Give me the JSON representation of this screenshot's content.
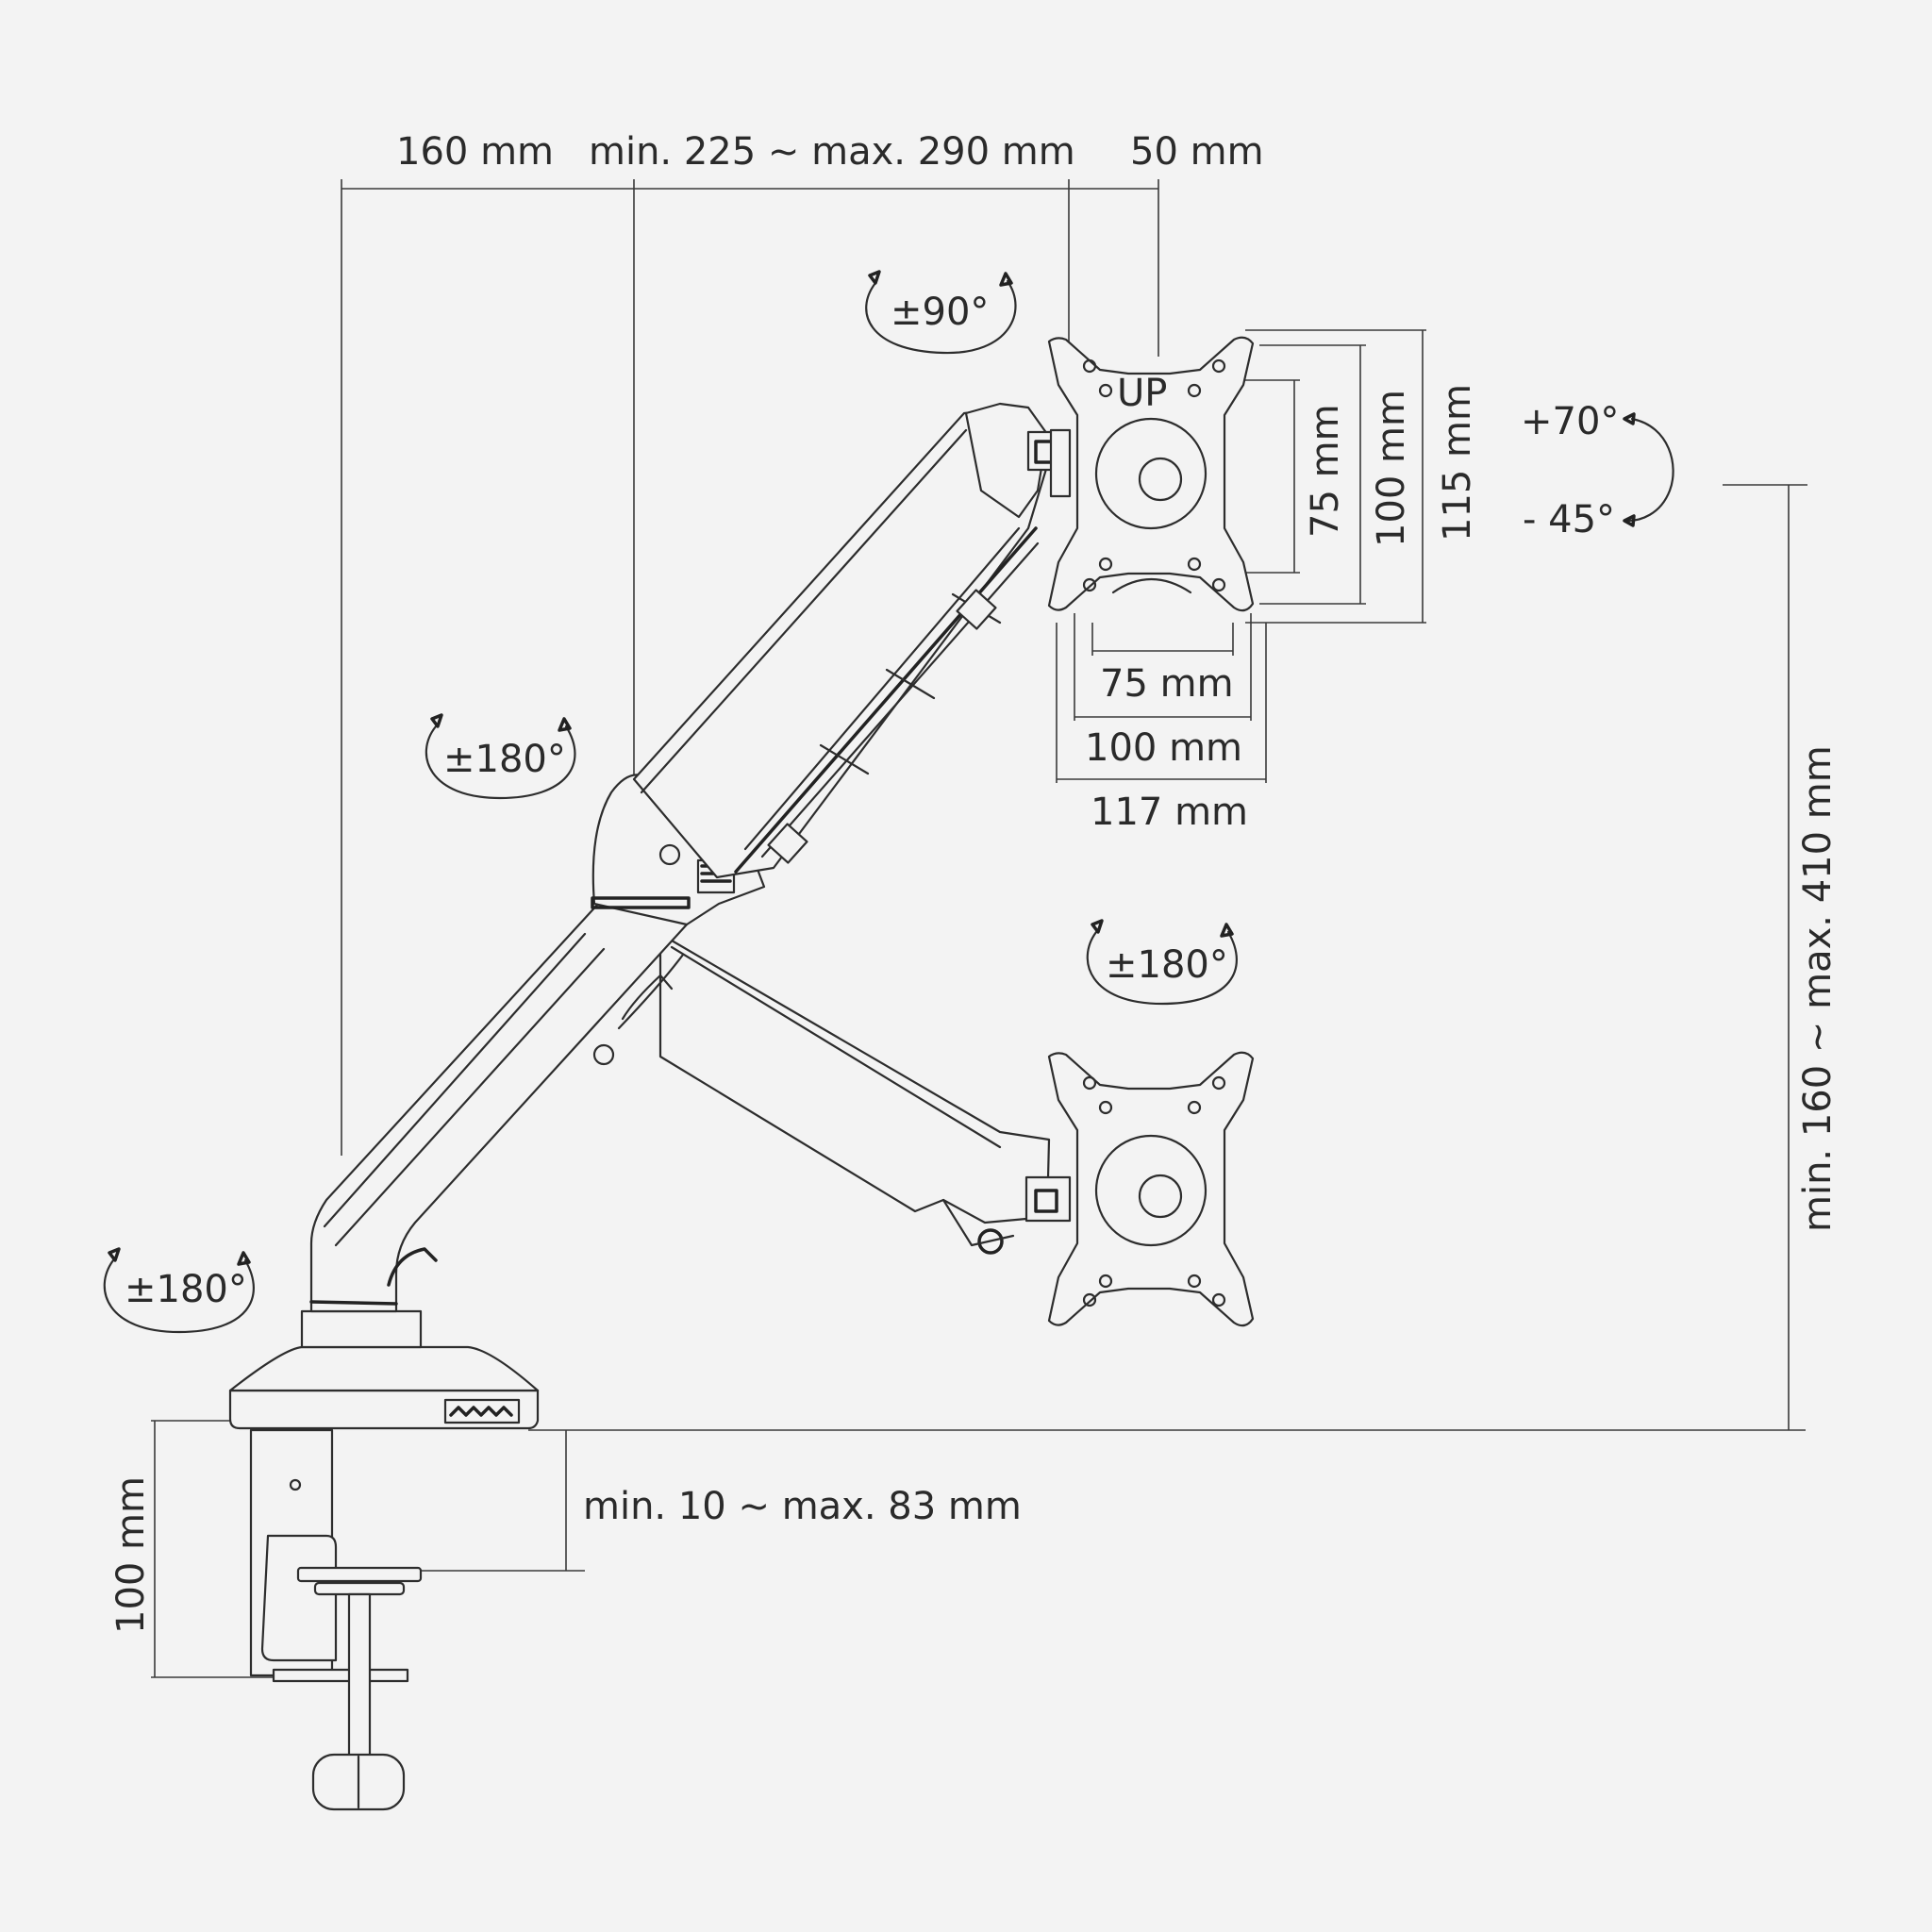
{
  "top_dims": {
    "arm_reach_1": "160 mm",
    "arm_reach_2": "min. 225 ~ max. 290 mm",
    "head_offset": "50 mm"
  },
  "vesa": {
    "v_75": "75 mm",
    "v_100": "100 mm",
    "v_115": "115 mm",
    "h_75": "75 mm",
    "h_100": "100 mm",
    "h_117": "117 mm",
    "up_marker": "UP"
  },
  "tilt": {
    "up": "+70°",
    "down": "- 45°"
  },
  "rotations": {
    "head": "±90°",
    "elbow": "±180°",
    "swivel": "±180°",
    "base": "±180°"
  },
  "height_range": "min. 160 ~ max. 410 mm",
  "clamp": {
    "depth": "100 mm",
    "thickness": "min. 10 ~ max. 83 mm"
  }
}
